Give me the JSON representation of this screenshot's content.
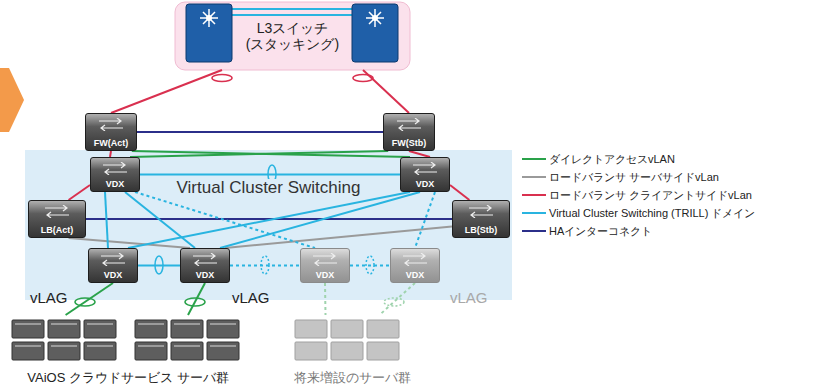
{
  "diagram": {
    "nodes": [
      {
        "text": [
          "L3スイッチ (スタッキング)"
        ]
      },
      {
        "text": [
          "FW(Act)"
        ]
      },
      {
        "text": [
          "FW(Stb)"
        ]
      },
      {
        "text": [
          "Virtual Cluster Switching"
        ]
      },
      {
        "text": [
          "VDX"
        ],
        "in": 3
      },
      {
        "text": [
          "VDX"
        ],
        "in": 3
      },
      {
        "text": [
          "LB(Act)"
        ],
        "in": 3
      },
      {
        "text": [
          "LB(Stb)"
        ],
        "in": 3
      },
      {
        "text": [
          "VDX"
        ],
        "in": 3
      },
      {
        "text": [
          "VDX"
        ],
        "in": 3
      },
      {
        "text": [
          "VDX"
        ],
        "in": 3
      },
      {
        "text": [
          "VDX"
        ],
        "in": 3
      },
      {
        "text": [
          "VAiOS クラウドサービス サーバ群"
        ]
      },
      {
        "text": [
          "将来増設のサーバ群"
        ]
      }
    ],
    "edges": [
      {
        "from": 0,
        "to": 1,
        "arrow": "none"
      },
      {
        "from": 0,
        "to": 2,
        "arrow": "none"
      },
      {
        "from": 1,
        "to": 2,
        "arrow": "none"
      },
      {
        "from": 1,
        "to": 4,
        "arrow": "none"
      },
      {
        "from": 1,
        "to": 5,
        "arrow": "none"
      },
      {
        "from": 2,
        "to": 4,
        "arrow": "none"
      },
      {
        "from": 2,
        "to": 5,
        "arrow": "none"
      },
      {
        "from": 4,
        "to": 5,
        "arrow": "none"
      },
      {
        "from": 4,
        "to": 6,
        "arrow": "none"
      },
      {
        "from": 5,
        "to": 7,
        "arrow": "none"
      },
      {
        "from": 6,
        "to": 7,
        "arrow": "none"
      },
      {
        "from": 6,
        "to": 9,
        "arrow": "none"
      },
      {
        "from": 7,
        "to": 9,
        "arrow": "none"
      },
      {
        "from": 4,
        "to": 8,
        "arrow": "none"
      },
      {
        "from": 4,
        "to": 9,
        "arrow": "none"
      },
      {
        "from": 5,
        "to": 8,
        "arrow": "none"
      },
      {
        "from": 5,
        "to": 9,
        "arrow": "none"
      },
      {
        "from": 8,
        "to": 9,
        "arrow": "none"
      },
      {
        "from": 9,
        "to": 10,
        "arrow": "none"
      },
      {
        "from": 10,
        "to": 11,
        "arrow": "none"
      },
      {
        "from": 4,
        "to": 10,
        "arrow": "none"
      },
      {
        "from": 5,
        "to": 11,
        "arrow": "none"
      },
      {
        "from": 8,
        "to": 12,
        "arrow": "none"
      },
      {
        "from": 9,
        "to": 12,
        "arrow": "none"
      },
      {
        "from": 10,
        "to": 13,
        "arrow": "none"
      },
      {
        "from": 11,
        "to": 13,
        "arrow": "none"
      }
    ],
    "labels": [
      "vLAG",
      "vLAG",
      "vLAG"
    ],
    "legend": [
      {
        "text": "ダイレクトアクセスvLAN"
      },
      {
        "text": "ロードバランサ サーバサイドvLan"
      },
      {
        "text": "ロードバランサ クライアントサイドvLan"
      },
      {
        "text": "Virtual Cluster Switching (TRILL) ドメイン"
      },
      {
        "text": "HAインターコネクト"
      }
    ]
  }
}
